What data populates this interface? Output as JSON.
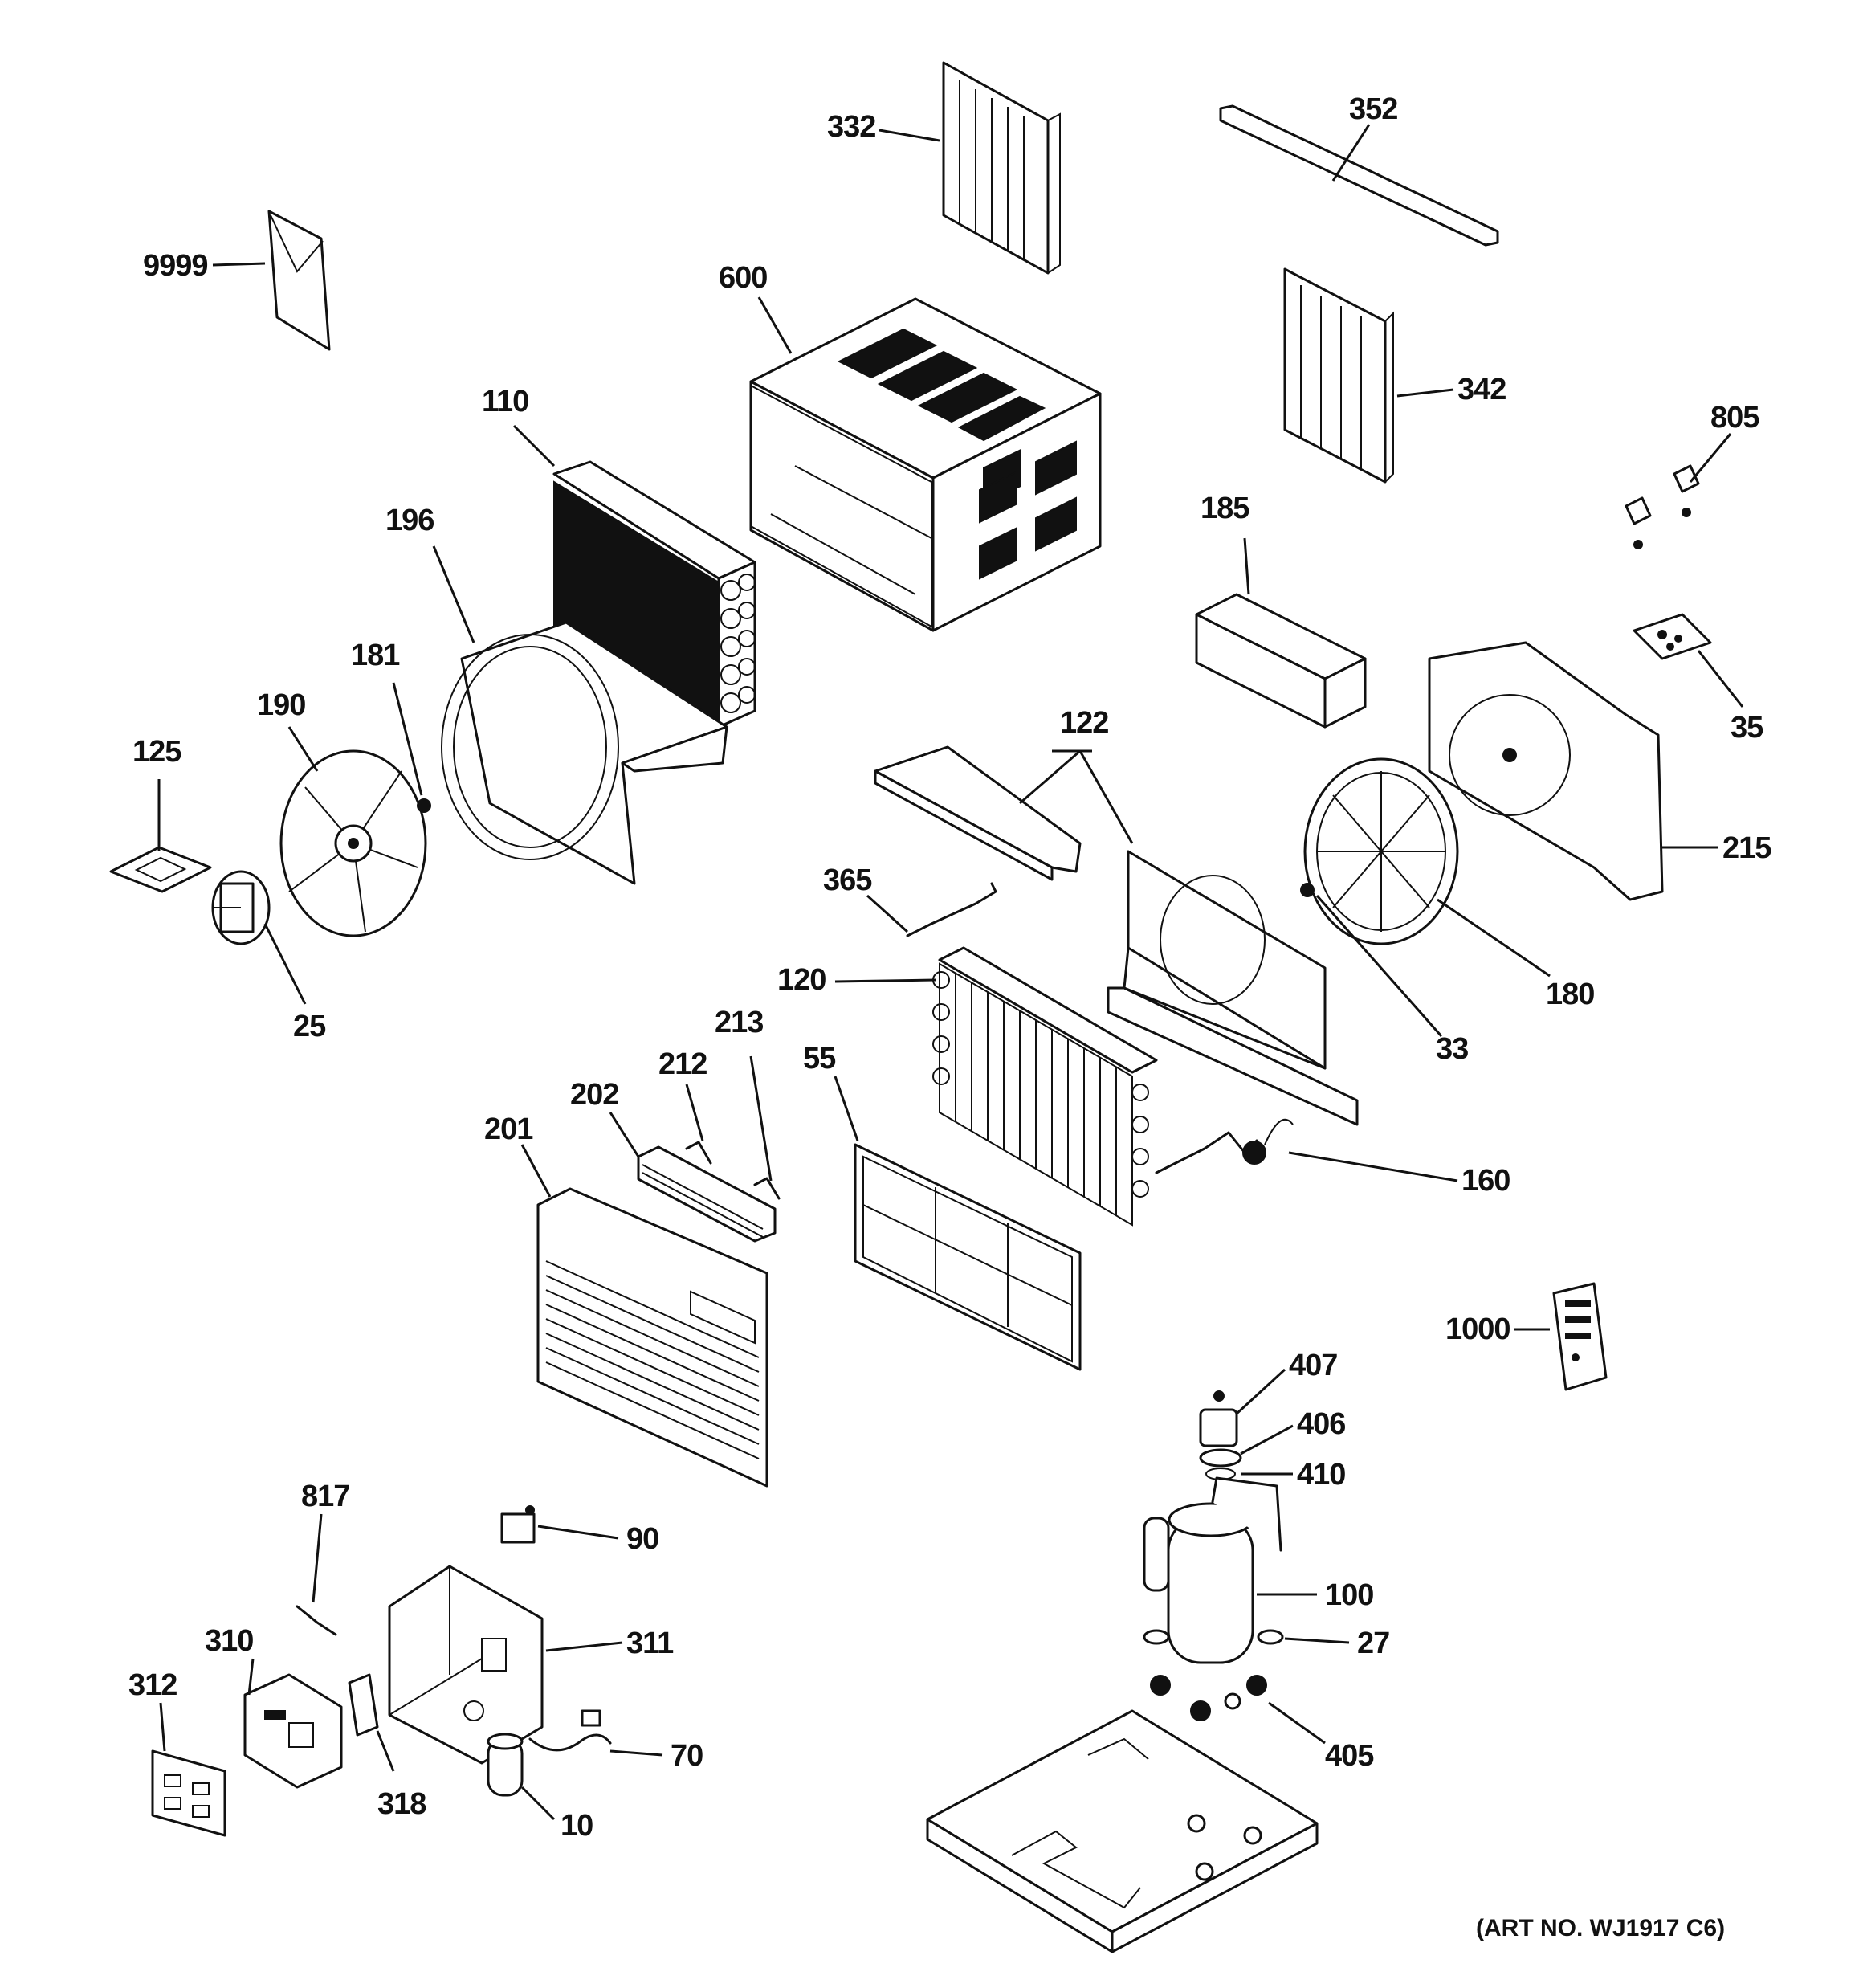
{
  "art_number": "(ART NO. WJ1917 C6)",
  "colors": {
    "ink": "#111111",
    "paper": "#ffffff"
  },
  "labels": {
    "l9999": "9999",
    "l332": "332",
    "l352": "352",
    "l600": "600",
    "l342": "342",
    "l805": "805",
    "l110": "110",
    "l185": "185",
    "l196": "196",
    "l181": "181",
    "l190": "190",
    "l35": "35",
    "l125": "125",
    "l122": "122",
    "l215": "215",
    "l365": "365",
    "l25": "25",
    "l120": "120",
    "l180": "180",
    "l55": "55",
    "l213": "213",
    "l33": "33",
    "l212": "212",
    "l202": "202",
    "l201": "201",
    "l160": "160",
    "l1000": "1000",
    "l407": "407",
    "l406": "406",
    "l410": "410",
    "l817": "817",
    "l90": "90",
    "l100": "100",
    "l310": "310",
    "l311": "311",
    "l27": "27",
    "l312": "312",
    "l70": "70",
    "l405": "405",
    "l318": "318",
    "l10": "10"
  }
}
